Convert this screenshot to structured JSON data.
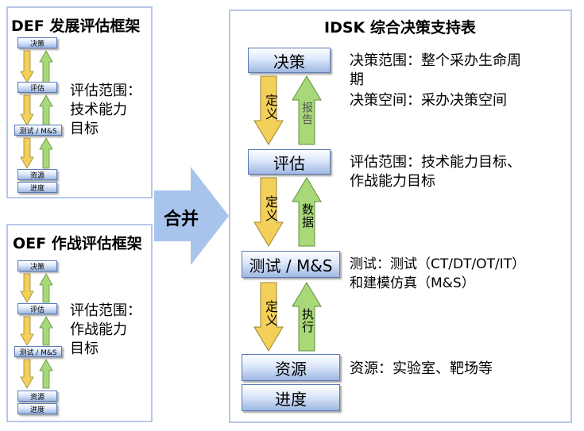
{
  "def": {
    "title": "DEF 发展评估框架",
    "boxes": [
      "决策",
      "评估",
      "测试 / M&S",
      "资源",
      "进度"
    ],
    "scope": [
      "评估范围：",
      "技术能力",
      "目标"
    ]
  },
  "oef": {
    "title": "OEF 作战评估框架",
    "boxes": [
      "决策",
      "评估",
      "测试 / M&S",
      "资源",
      "进度"
    ],
    "scope": [
      "评估范围：",
      "作战能力",
      "目标"
    ]
  },
  "merge": {
    "label": "合并"
  },
  "idsk": {
    "title": "IDSK 综合决策支持表",
    "boxes": [
      "决策",
      "评估",
      "测试 / M&S",
      "资源",
      "进度"
    ],
    "arrows": [
      {
        "down": "定义",
        "up": "报告"
      },
      {
        "down": "定义",
        "up": "数据"
      },
      {
        "down": "定义",
        "up": "执行"
      }
    ],
    "descriptions": [
      "决策范围：整个采办生命周",
      "期",
      "决策空间：采办决策空间",
      "评估范围：技术能力目标、",
      "作战能力目标",
      "测试：测试（CT/DT/OT/IT）",
      "和建模仿真（M&S）",
      "资源：实验室、靶场等"
    ]
  },
  "colors": {
    "panel_border": "#b7c7e8",
    "box_fill": "#9fb8e2",
    "arrow_down": "#f2d05a",
    "arrow_up": "#a8d878",
    "merge_arrow": "#a9c4ec"
  }
}
